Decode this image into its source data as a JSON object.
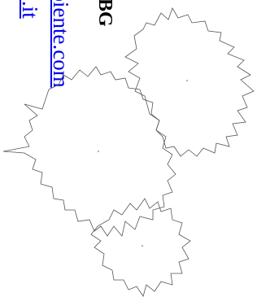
{
  "document": {
    "caption": "o BG",
    "link_primary": "nbiente.com",
    "link_secondary": "C.it"
  },
  "colors": {
    "link": "#0000ee",
    "outline": "#555555",
    "text": "#000000"
  }
}
